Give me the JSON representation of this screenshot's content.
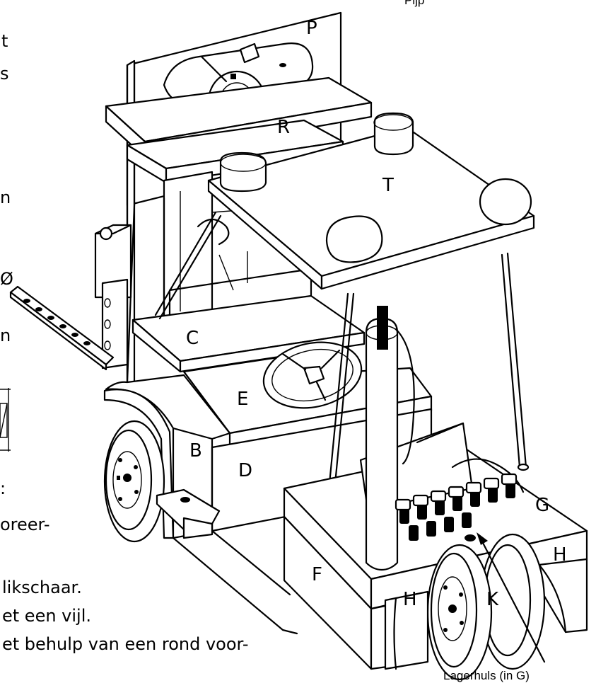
{
  "part_labels": {
    "P": "P",
    "R": "R",
    "T": "T",
    "C": "C",
    "E": "E",
    "B": "B",
    "D": "D",
    "G": "G",
    "F": "F",
    "H_left": "H",
    "K": "K",
    "H_right": "H"
  },
  "caption_top": "Pijp",
  "caption_bottom": "Lagerhuls (in G)",
  "left_text_fragments": [
    "t",
    "s",
    "n",
    "Ø",
    "n",
    ":",
    "oreer-",
    "likschaar.",
    "et een vijl.",
    "et behulp van een rond voor-"
  ]
}
